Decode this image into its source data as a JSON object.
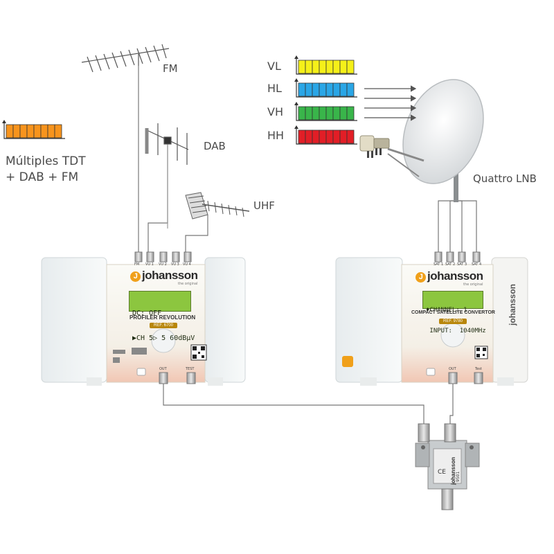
{
  "labels": {
    "fm": "FM",
    "dab": "DAB",
    "uhf": "UHF",
    "quattro_lnb": "Quattro LNB",
    "multiplex_line1": "Múltiples TDT",
    "multiplex_line2": "+ DAB + FM"
  },
  "polarizations": [
    {
      "label": "VL",
      "color": "#f5f019"
    },
    {
      "label": "HL",
      "color": "#2aa6e6"
    },
    {
      "label": "VH",
      "color": "#39b54a"
    },
    {
      "label": "HH",
      "color": "#e21e26"
    }
  ],
  "multiplex_color": "#f7941d",
  "profiler": {
    "brand": "johansson",
    "tagline": "the original",
    "lcd_line1": "DC: OFF",
    "lcd_line2": "▶CH 5▷ 5 60dBµV",
    "title": "PROFILER REVOLUTION",
    "ref": "REF. 6700",
    "ports": [
      "FM",
      "VU 1",
      "VU 2",
      "VU 3",
      "VU 4"
    ],
    "out_label": "OUT",
    "test_label": "TEST"
  },
  "converter": {
    "brand": "johansson",
    "tagline": "the original",
    "lcd_line1": "♦CHANNEL: 1",
    "lcd_line2": " INPUT:  1040MHz",
    "title": "COMPACT SATELLITE CONVERTOR",
    "ref": "REF. 9780",
    "ports": [
      "SAT 1",
      "SAT 2",
      "SAT 3",
      "SAT 4"
    ],
    "out_label": "OUT",
    "test_label": "Test",
    "side_brand": "johansson"
  },
  "splitter": {
    "brand": "johansson",
    "ref": "9501"
  }
}
